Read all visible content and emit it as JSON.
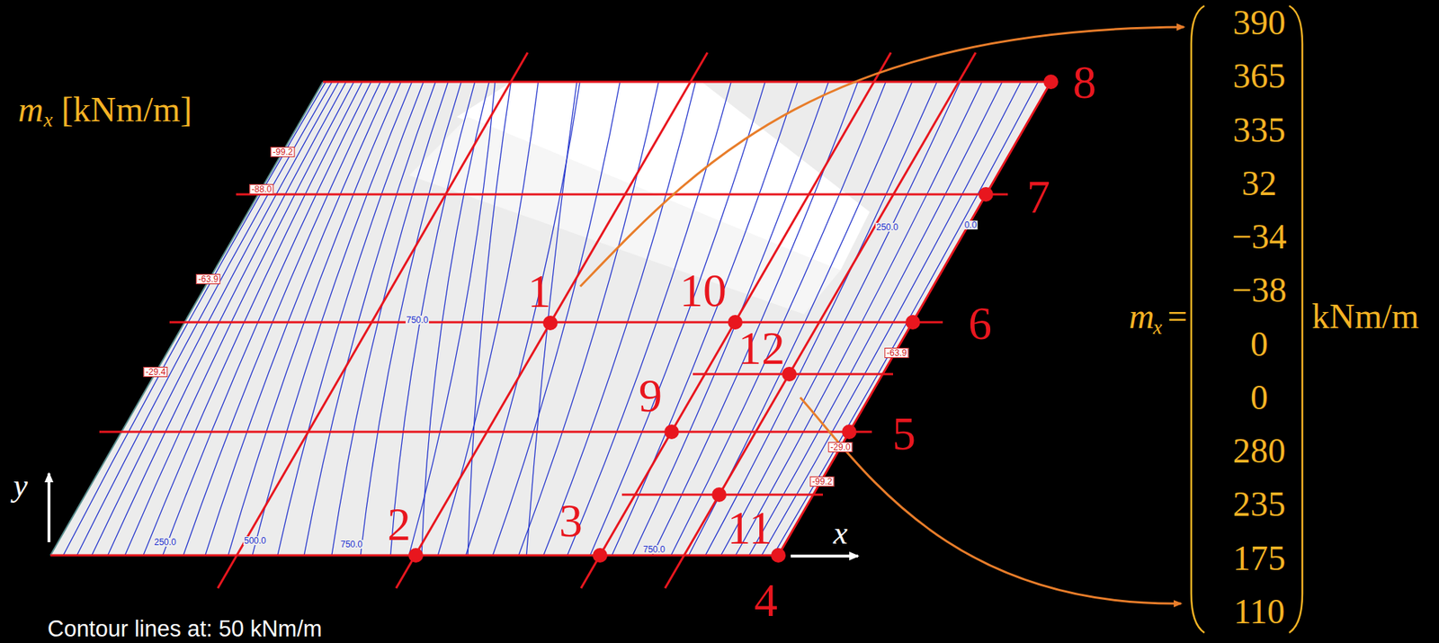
{
  "diagram": {
    "labels": [
      "m",
      "x",
      "[kNm/m]",
      "1",
      "2",
      "3",
      "4",
      "5",
      "6",
      "7",
      "8",
      "9",
      "10",
      "11",
      "12",
      "x",
      "y",
      "Contour lines at: 50 kNm/m",
      "m",
      "x",
      "=",
      "kNm/m",
      "390",
      "365",
      "335",
      "32",
      "−34",
      "−38",
      "0",
      "0",
      "280",
      "235",
      "175",
      "110",
      "750.0",
      "250.0",
      "500.0",
      "750.0",
      "750.0",
      "250.0",
      "0.0",
      "-99.2",
      "-88.0",
      "-63.9",
      "-29.4",
      "-63.9",
      "-29.0",
      "-99.2"
    ]
  }
}
